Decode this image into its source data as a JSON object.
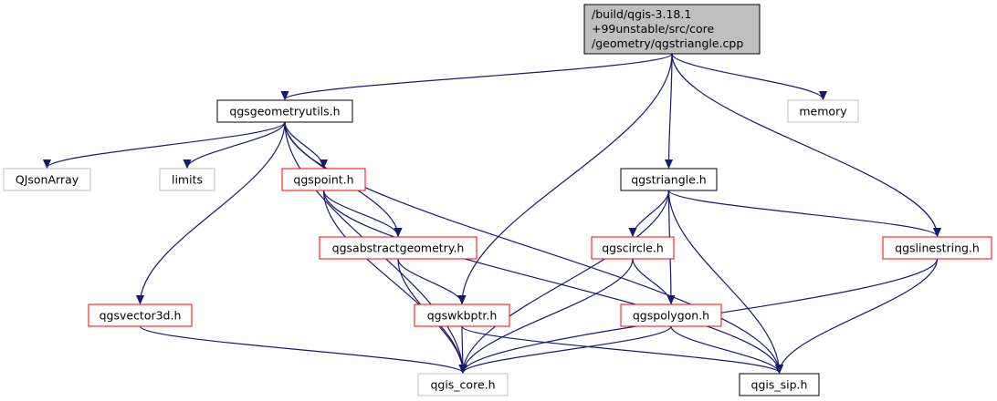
{
  "colors": {
    "edge": "#191970",
    "root_fill": "#bfbfbf",
    "node_black": "#000000",
    "node_red": "#ff0000",
    "node_gray": "#bfbfbf",
    "text": "#000000"
  },
  "nodes": [
    {
      "id": "root",
      "lines": [
        "/build/qgis-3.18.1",
        "+99unstable/src/core",
        "/geometry/qgstriangle.cpp"
      ],
      "style": "root"
    },
    {
      "id": "qgsgeometryutils",
      "lines": [
        "qgsgeometryutils.h"
      ],
      "style": "black"
    },
    {
      "id": "memory",
      "lines": [
        "memory"
      ],
      "style": "gray"
    },
    {
      "id": "qjsonarray",
      "lines": [
        "QJsonArray"
      ],
      "style": "gray"
    },
    {
      "id": "limits",
      "lines": [
        "limits"
      ],
      "style": "gray"
    },
    {
      "id": "qgspoint",
      "lines": [
        "qgspoint.h"
      ],
      "style": "red"
    },
    {
      "id": "qgstriangle",
      "lines": [
        "qgstriangle.h"
      ],
      "style": "black"
    },
    {
      "id": "qgsabstractgeometry",
      "lines": [
        "qgsabstractgeometry.h"
      ],
      "style": "red"
    },
    {
      "id": "qgscircle",
      "lines": [
        "qgscircle.h"
      ],
      "style": "red"
    },
    {
      "id": "qgslinestring",
      "lines": [
        "qgslinestring.h"
      ],
      "style": "red"
    },
    {
      "id": "qgsvector3d",
      "lines": [
        "qgsvector3d.h"
      ],
      "style": "red"
    },
    {
      "id": "qgswkbptr",
      "lines": [
        "qgswkbptr.h"
      ],
      "style": "red"
    },
    {
      "id": "qgspolygon",
      "lines": [
        "qgspolygon.h"
      ],
      "style": "red"
    },
    {
      "id": "qgis_core",
      "lines": [
        "qgis_core.h"
      ],
      "style": "gray"
    },
    {
      "id": "qgis_sip",
      "lines": [
        "qgis_sip.h"
      ],
      "style": "black"
    }
  ],
  "edges": [
    {
      "from": "root",
      "to": "qgsgeometryutils"
    },
    {
      "from": "root",
      "to": "memory"
    },
    {
      "from": "root",
      "to": "qgswkbptr"
    },
    {
      "from": "root",
      "to": "qgstriangle"
    },
    {
      "from": "root",
      "to": "qgslinestring"
    },
    {
      "from": "qgsgeometryutils",
      "to": "qjsonarray"
    },
    {
      "from": "qgsgeometryutils",
      "to": "limits"
    },
    {
      "from": "qgsgeometryutils",
      "to": "qgspoint"
    },
    {
      "from": "qgsgeometryutils",
      "to": "qgsabstractgeometry"
    },
    {
      "from": "qgsgeometryutils",
      "to": "qgsvector3d"
    },
    {
      "from": "qgsgeometryutils",
      "to": "qgis_core"
    },
    {
      "from": "qgsgeometryutils",
      "to": "qgis_sip"
    },
    {
      "from": "qgspoint",
      "to": "qgsabstractgeometry"
    },
    {
      "from": "qgspoint",
      "to": "qgis_core"
    },
    {
      "from": "qgspoint",
      "to": "qgis_sip"
    },
    {
      "from": "qgsabstractgeometry",
      "to": "qgswkbptr"
    },
    {
      "from": "qgsabstractgeometry",
      "to": "qgis_core"
    },
    {
      "from": "qgstriangle",
      "to": "qgscircle"
    },
    {
      "from": "qgstriangle",
      "to": "qgspolygon"
    },
    {
      "from": "qgstriangle",
      "to": "qgslinestring"
    },
    {
      "from": "qgstriangle",
      "to": "qgis_core"
    },
    {
      "from": "qgstriangle",
      "to": "qgis_sip"
    },
    {
      "from": "qgscircle",
      "to": "qgspolygon"
    },
    {
      "from": "qgscircle",
      "to": "qgis_core"
    },
    {
      "from": "qgslinestring",
      "to": "qgis_core"
    },
    {
      "from": "qgslinestring",
      "to": "qgis_sip"
    },
    {
      "from": "qgsvector3d",
      "to": "qgis_core"
    },
    {
      "from": "qgswkbptr",
      "to": "qgis_core"
    },
    {
      "from": "qgswkbptr",
      "to": "qgis_sip"
    },
    {
      "from": "qgspolygon",
      "to": "qgis_core"
    },
    {
      "from": "qgspolygon",
      "to": "qgis_sip"
    }
  ]
}
